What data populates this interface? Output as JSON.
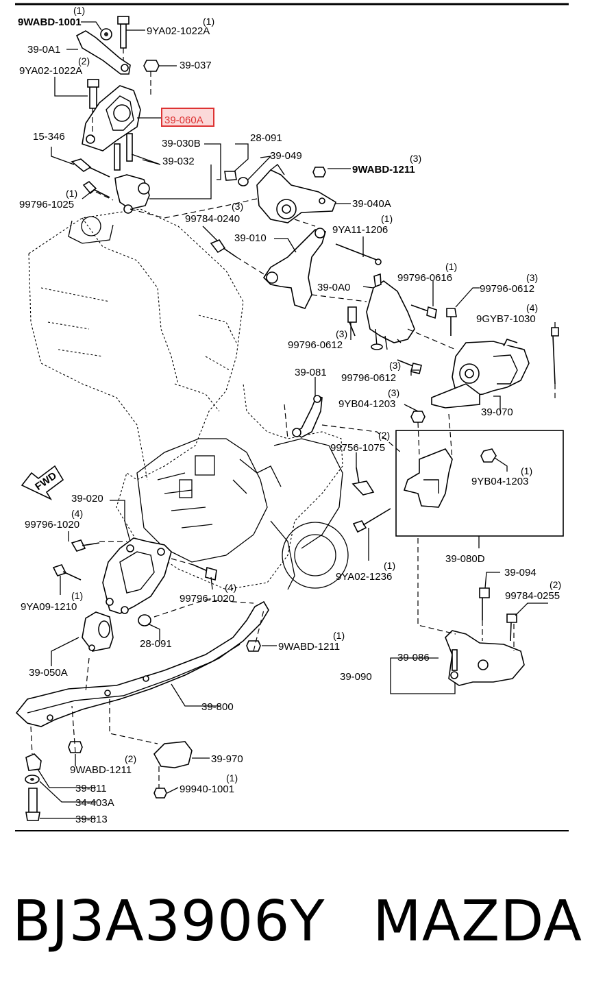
{
  "diagram": {
    "highlight_label": "39-060A",
    "labels": {
      "l_9wabd_1001": "9WABD-1001",
      "q_9wabd_1001": "(1)",
      "l_9ya02_1022a_top": "9YA02-1022A",
      "q_9ya02_1022a_top": "(1)",
      "l_39_0a1": "39-0A1",
      "l_39_037": "39-037",
      "l_9ya02_1022a_left": "9YA02-1022A",
      "q_9ya02_1022a_left": "(2)",
      "l_15_346": "15-346",
      "l_39_030b": "39-030B",
      "l_28_091_top": "28-091",
      "l_39_049": "39-049",
      "l_39_032": "39-032",
      "l_9wabd_1211_top": "9WABD-1211",
      "q_9wabd_1211_top": "(3)",
      "l_99796_1025": "99796-1025",
      "q_99796_1025": "(1)",
      "l_39_040a": "39-040A",
      "l_99784_0240": "99784-0240",
      "q_99784_0240": "(3)",
      "l_9ya11_1206": "9YA11-1206",
      "q_9ya11_1206": "(1)",
      "l_39_010": "39-010",
      "l_99796_0616": "99796-0616",
      "q_99796_0616": "(1)",
      "l_39_0a0": "39-0A0",
      "l_99796_0612_r": "99796-0612",
      "q_99796_0612_r": "(3)",
      "l_9gyb7_1030": "9GYB7-1030",
      "q_9gyb7_1030": "(4)",
      "l_99796_0612_a": "99796-0612",
      "q_99796_0612_a": "(3)",
      "l_99796_0612_b": "99796-0612",
      "q_99796_0612_b": "(3)",
      "l_39_081": "39-081",
      "l_9yb04_1203_a": "9YB04-1203",
      "q_9yb04_1203_a": "(3)",
      "l_39_070": "39-070",
      "l_99756_1075": "99756-1075",
      "q_99756_1075": "(2)",
      "l_9yb04_1203_b": "9YB04-1203",
      "q_9yb04_1203_b": "(1)",
      "l_39_020": "39-020",
      "l_99796_1020_l": "99796-1020",
      "q_99796_1020_l": "(4)",
      "l_39_080d": "39-080D",
      "l_9ya02_1236": "9YA02-1236",
      "q_9ya02_1236": "(1)",
      "l_39_094": "39-094",
      "l_99784_0255": "99784-0255",
      "q_99784_0255": "(2)",
      "l_9ya09_1210": "9YA09-1210",
      "q_9ya09_1210": "(1)",
      "l_99796_1020_r": "99796-1020",
      "q_99796_1020_r": "(4)",
      "l_28_091_bot": "28-091",
      "l_9wabd_1211_mid": "9WABD-1211",
      "q_9wabd_1211_mid": "(1)",
      "l_39_086": "39-086",
      "l_39_050a": "39-050A",
      "l_39_090": "39-090",
      "l_39_800": "39-800",
      "l_9wabd_1211_bot": "9WABD-1211",
      "q_9wabd_1211_bot": "(2)",
      "l_39_970": "39-970",
      "l_39_811": "39-811",
      "l_99940_1001": "99940-1001",
      "q_99940_1001": "(1)",
      "l_34_403a": "34-403A",
      "l_39_813": "39-813",
      "fwd": "FWD"
    }
  },
  "footer": {
    "part_number": "BJ3A3906Y",
    "brand": "MAZDA"
  }
}
